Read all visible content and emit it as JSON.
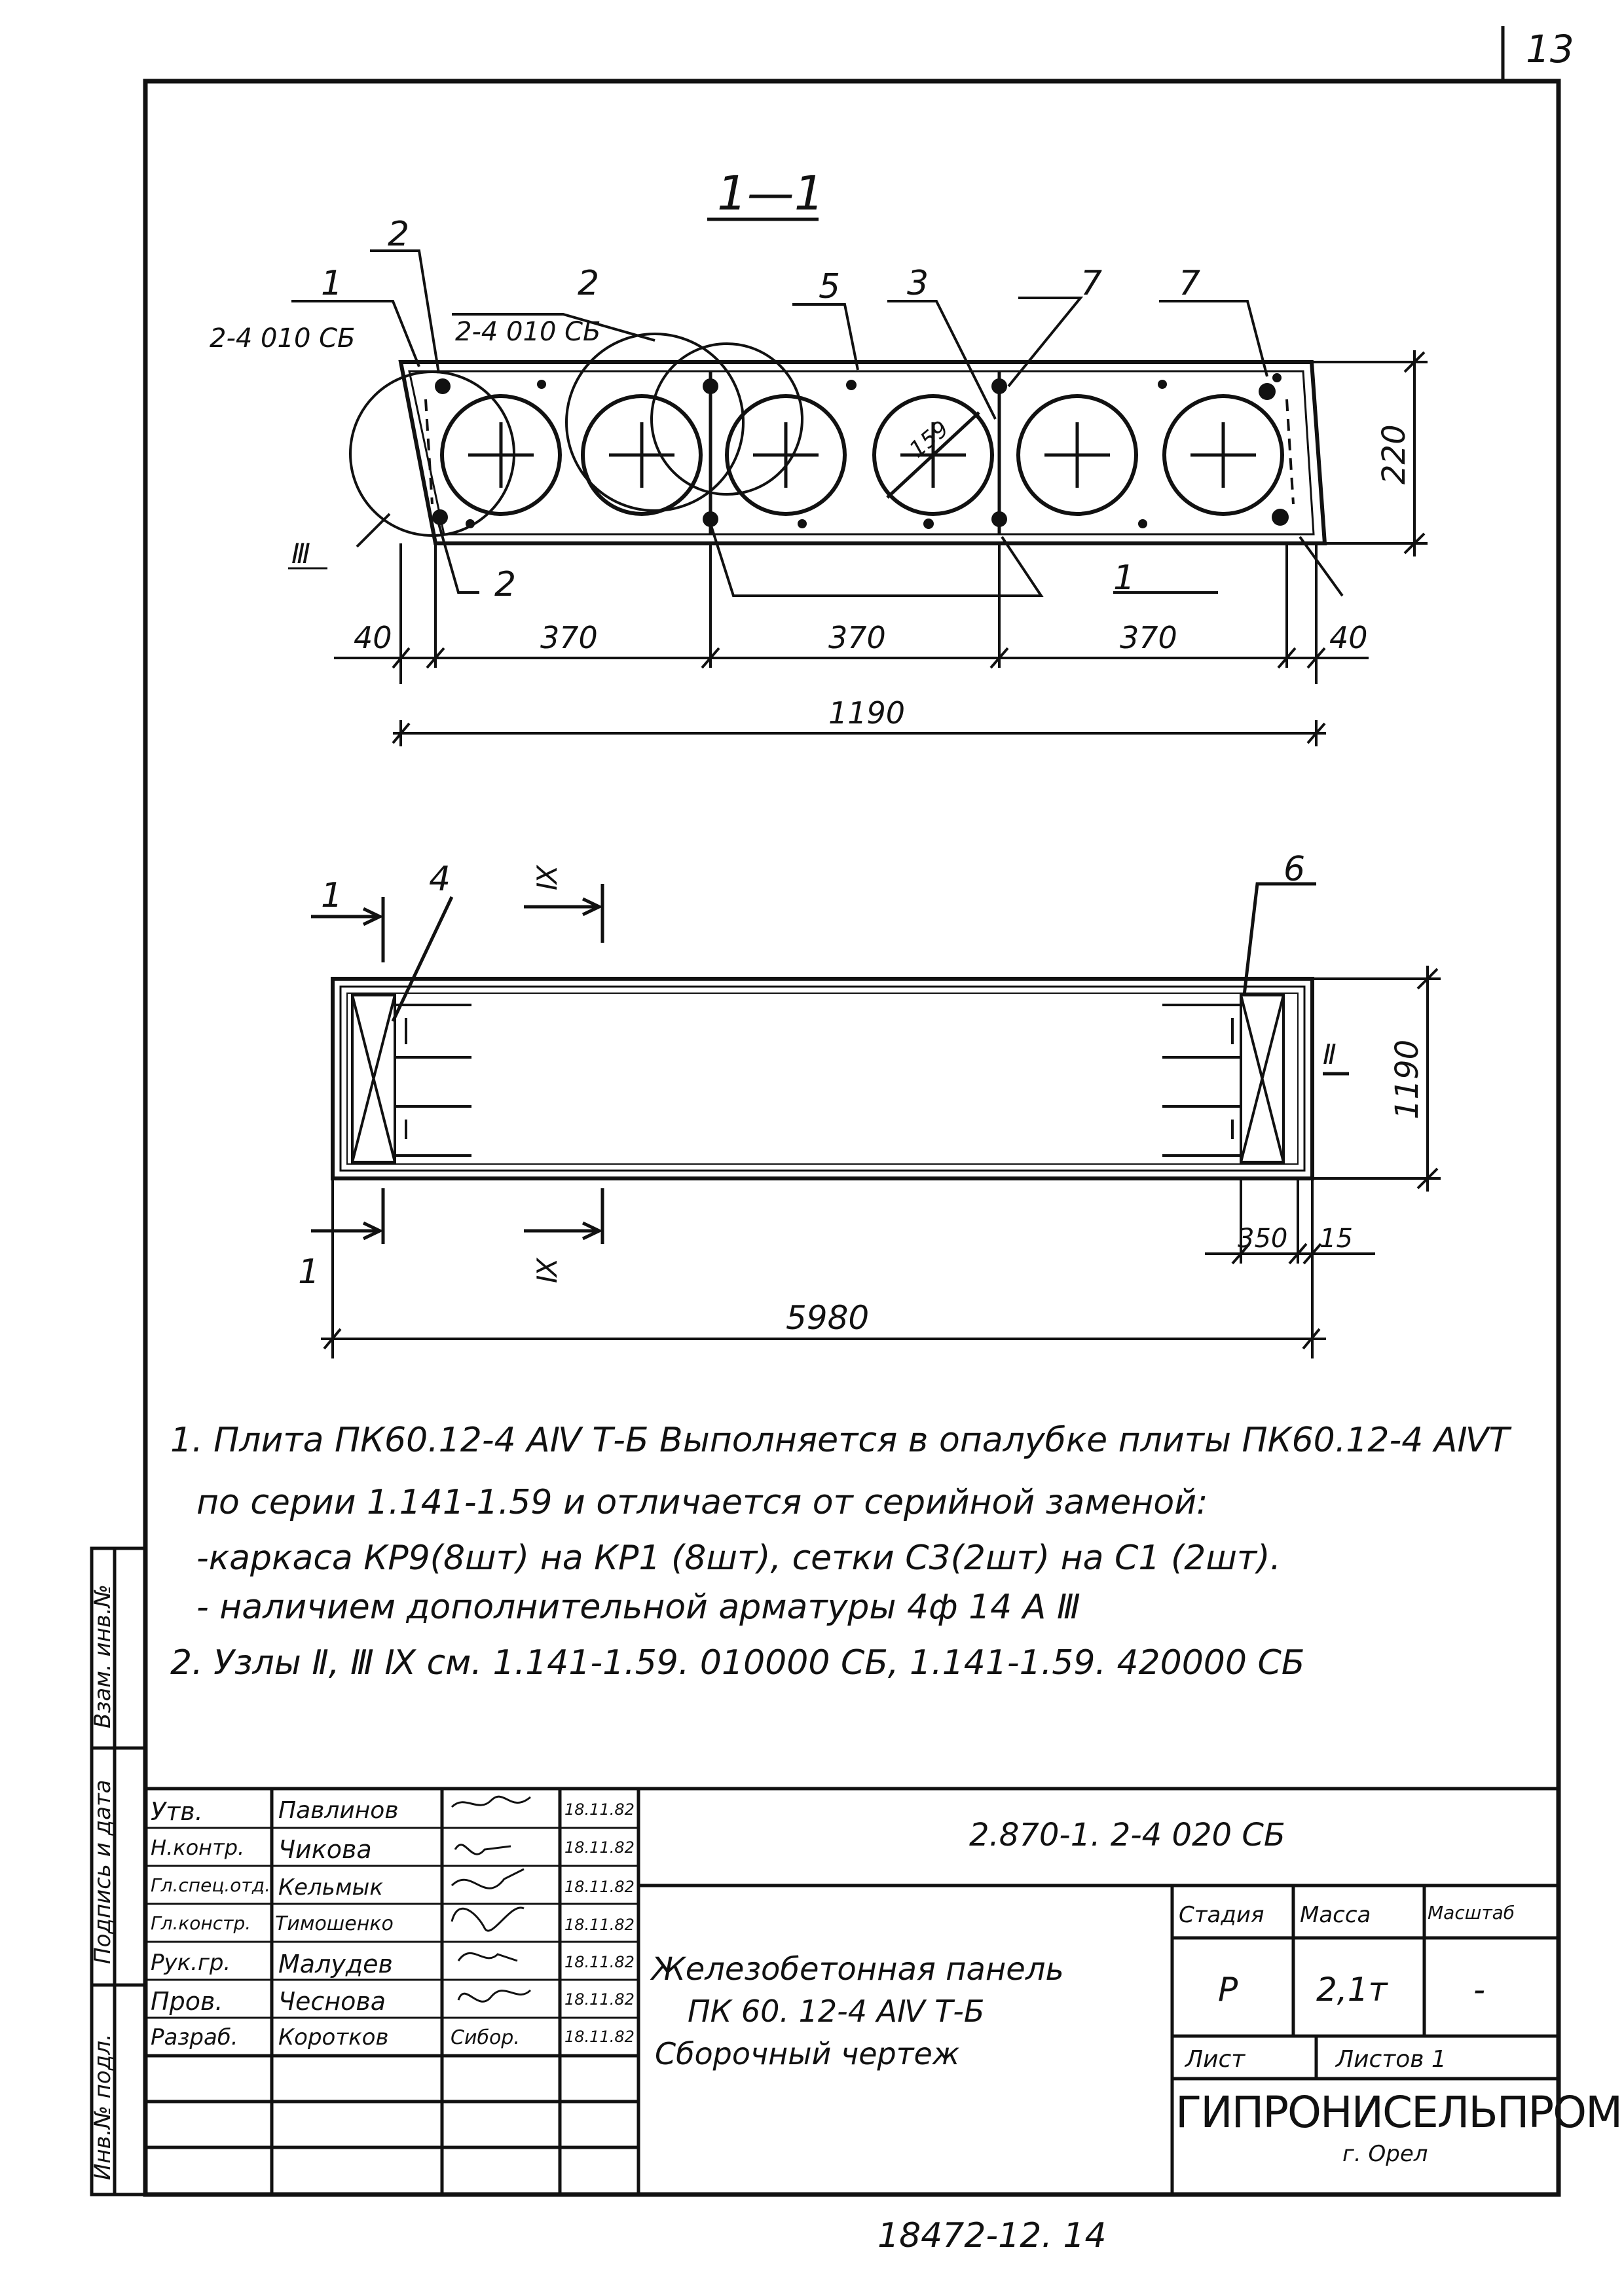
{
  "page_number": "13",
  "section_title": "1—1",
  "section": {
    "callouts": {
      "c1_num": "1",
      "c1_ref": "2-4 010 СБ",
      "c2_num": "2",
      "c2_ref": "2-4 010 СБ",
      "c2_top": "2",
      "c5": "5",
      "c3": "3",
      "c7a": "7",
      "c7b": "7",
      "c2_bottom": "2",
      "c1_bottom": "1",
      "node": "Ⅲ",
      "diameter": "159"
    },
    "dims": {
      "height": "220",
      "d40_left": "40",
      "d370_a": "370",
      "d370_b": "370",
      "d370_c": "370",
      "d40_right": "40",
      "total": "1190"
    }
  },
  "plan": {
    "cut1_top": "1",
    "cut1_bottom": "1",
    "node_top": "Ⅸ",
    "node_bottom": "Ⅸ",
    "node_right": "Ⅱ",
    "c4": "4",
    "c6": "6",
    "width": "1190",
    "d350": "350",
    "d15": "15",
    "length": "5980"
  },
  "notes": [
    "1. Плита  ПК60.12-4 АⅣ Т-Б  Выполняется в опалубке плиты ПК60.12-4 АⅣТ",
    "по серии 1.141-1.59 и отличается от серийной заменой:",
    "-каркаса КР9(8шт) на КР1 (8шт), сетки С3(2шт) на С1 (2шт).",
    "- наличием дополнительной арматуры 4ф 14 А Ⅲ",
    "2. Узлы Ⅱ, Ⅲ Ⅸ см. 1.141-1.59. 010000 СБ, 1.141-1.59. 420000 СБ"
  ],
  "side_stamp": {
    "inv_podl": "Инв.№ подл.",
    "podpis_data": "Подпись и дата",
    "vzam_inv": "Взам. инв.№"
  },
  "title_block": {
    "roles": [
      "Утв.",
      "Н.контр.",
      "Гл.спец.отд.",
      "Гл.констр.",
      "Рук.гр.",
      "Пров.",
      "Разраб."
    ],
    "names": [
      "Павлинов",
      "Чикова",
      "Кельмык",
      "Тимошенко",
      "Малудев",
      "Чеснова",
      "Коротков"
    ],
    "signatures": [
      "",
      "",
      "",
      "",
      "",
      "",
      "Сибор."
    ],
    "dates": [
      "18.11.82",
      "18.11.82",
      "18.11.82",
      "18.11.82",
      "18.11.82",
      "18.11.82",
      "18.11.82"
    ],
    "doc_code": "2.870-1. 2-4  020 СБ",
    "title_line1": "Железобетонная панель",
    "title_line2": "ПК 60. 12-4  АⅣ Т-Б",
    "title_line3": "Сборочный   чертеж",
    "stage_label": "Стадия",
    "mass_label": "Масса",
    "scale_label": "Масштаб",
    "stage_value": "Р",
    "mass_value": "2,1т",
    "scale_value": "-",
    "sheet_label": "Лист",
    "sheets_label": "Листов 1",
    "org": "ГИПРОНИСЕЛЬПРОМ",
    "city": "г. Орел"
  },
  "footer": "18472-12.   14"
}
